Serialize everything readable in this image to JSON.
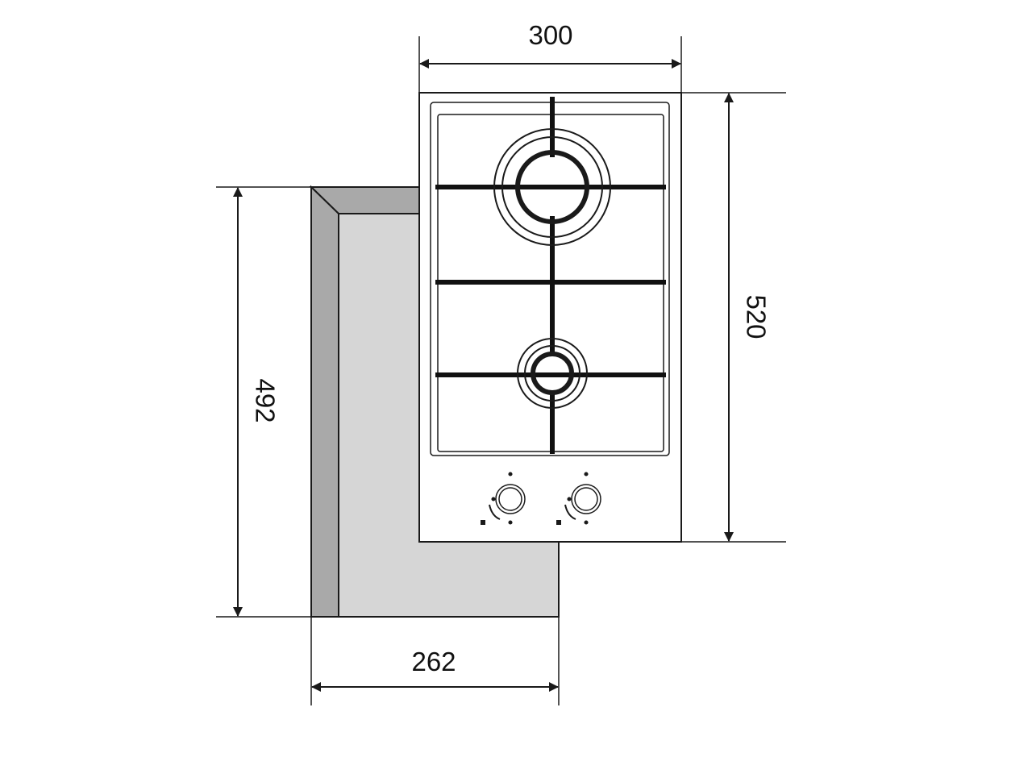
{
  "dimensions": {
    "hob_width": "300",
    "hob_depth": "520",
    "cutout_depth": "492",
    "cutout_width": "262"
  },
  "colors": {
    "line": "#1a1a1a",
    "grate": "#111111",
    "cutout_fill": "#d6d6d6",
    "cutout_wall": "#a9a9a9",
    "hob_fill": "#ffffff"
  },
  "components": {
    "burners": [
      "large-burner-icon",
      "small-burner-icon"
    ],
    "knobs": [
      "left-control-knob-icon",
      "right-control-knob-icon"
    ]
  }
}
